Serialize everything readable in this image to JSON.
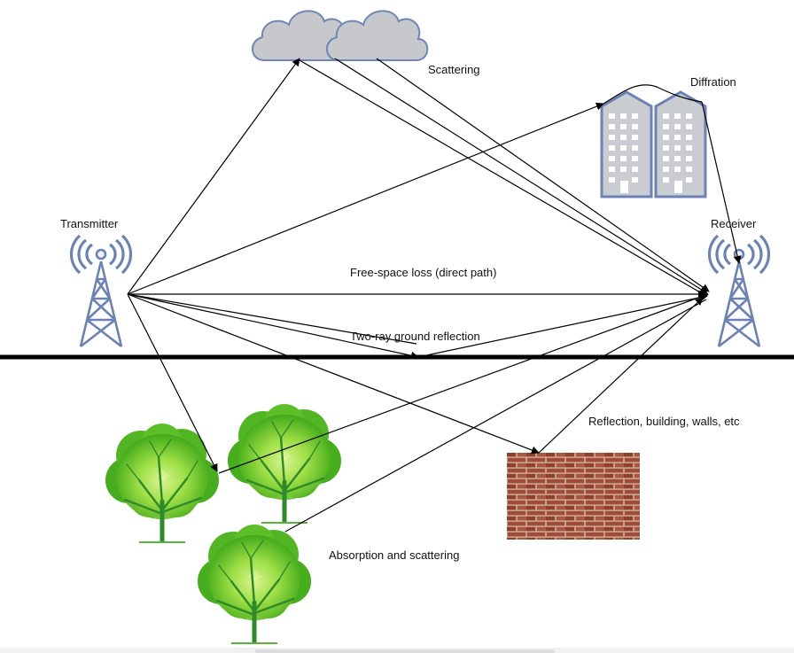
{
  "labels": {
    "transmitter": "Transmitter",
    "receiver": "Receiver",
    "scattering": "Scattering",
    "diffraction": "Diffration",
    "free_space": "Free-space loss (direct path)",
    "two_ray": "Two-ray ground reflection",
    "reflection": "Reflection, building, walls, etc",
    "absorption": "Absorption and scattering"
  },
  "icons": {
    "transmitter": "antenna-tower-icon",
    "receiver": "antenna-tower-icon",
    "cloud": "cloud-icon",
    "building": "building-icon",
    "wall": "brick-wall-icon",
    "tree": "tree-icon"
  },
  "colors": {
    "line": "#000000",
    "antenna": "#6c82b5",
    "cloud_fill": "#c7c9cc",
    "cloud_stroke": "#6f87b8",
    "building_fill": "#c9ccd1",
    "building_stroke": "#6c82b5",
    "brick": "#a4503d",
    "mortar": "#d9c2ae",
    "leaf_dark": "#4fb81f",
    "leaf_light": "#c9f07a",
    "trunk": "#2f8a2a"
  }
}
